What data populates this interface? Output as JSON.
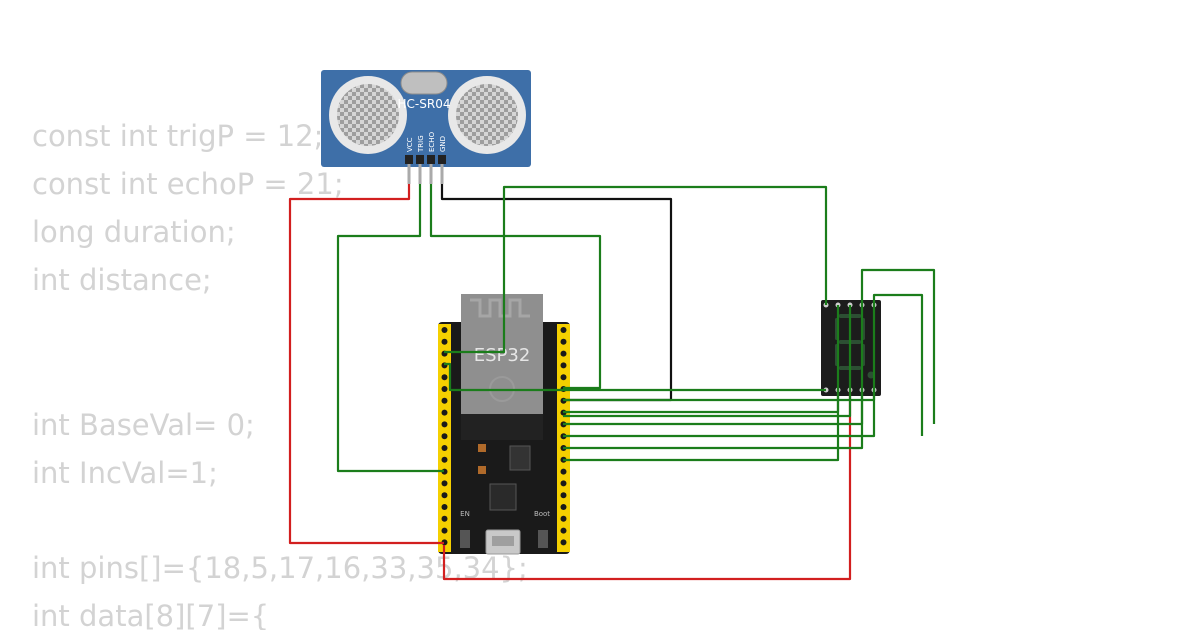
{
  "code": [
    "const int trigP = 12;",
    "const int echoP = 21;",
    "long duration;",
    "int distance;",
    "int BaseVal= 0;",
    "int IncVal=1;",
    "int pins[]={18,5,17,16,33,35,34};",
    "int data[8][7]={"
  ],
  "sensor": {
    "label": "HC-SR04",
    "pins": [
      "VCC",
      "TRIG",
      "ECHO",
      "GND"
    ],
    "color": "#3e6fa8"
  },
  "board": {
    "label": "ESP32",
    "color": "#1a1a1a",
    "header_color": "#f5d000",
    "button_labels": [
      "EN",
      "Boot"
    ]
  },
  "display": {
    "color": "#1c1c1c",
    "segment_color": "#2c4f33"
  },
  "wire_colors": {
    "signal": "#1b7d1b",
    "power": "#d21f1f",
    "ground": "#111111"
  }
}
